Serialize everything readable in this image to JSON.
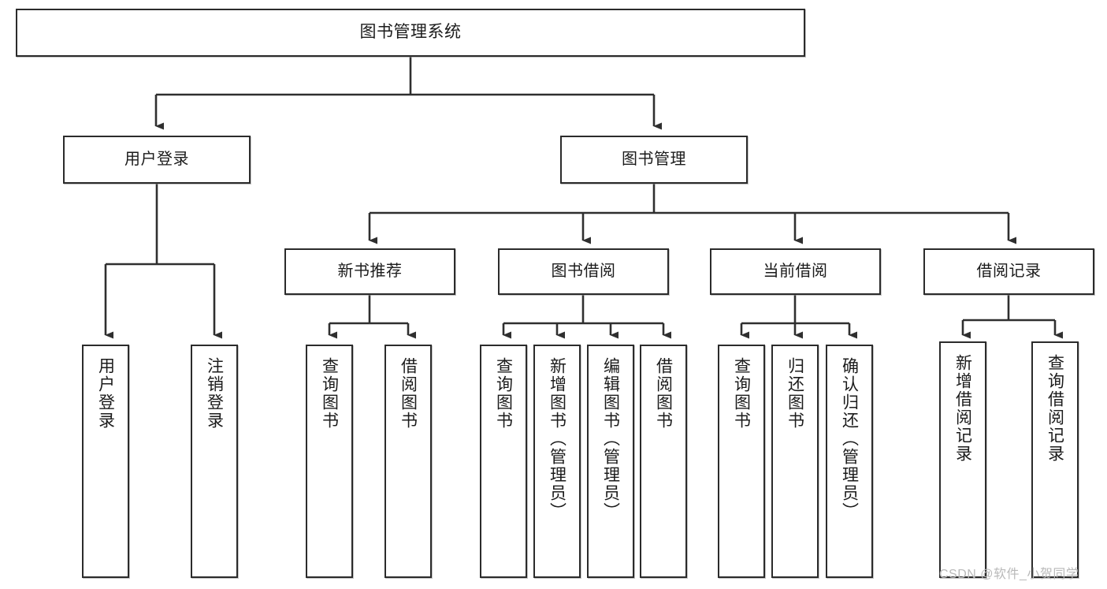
{
  "diagram": {
    "title": "图书管理系统",
    "type": "tree",
    "watermark": "CSDN @软件_小贺同学",
    "colors": {
      "border": "#2b2b2b",
      "node_fill": "#ffffff",
      "text": "#1b1b1b",
      "edge": "#2f2f2f",
      "watermark": "#b9b9b9",
      "background": "#ffffff"
    },
    "nodes": {
      "root": {
        "label": "图书管理系统"
      },
      "level2": [
        {
          "label": "用户登录"
        },
        {
          "label": "图书管理"
        }
      ],
      "level3": [
        {
          "label": "新书推荐"
        },
        {
          "label": "图书借阅"
        },
        {
          "label": "当前借阅"
        },
        {
          "label": "借阅记录"
        }
      ],
      "leaves": {
        "user_login": [
          {
            "label": "用户登录"
          },
          {
            "label": "注销登录"
          }
        ],
        "new_book": [
          {
            "label": "查询图书"
          },
          {
            "label": "借阅图书"
          }
        ],
        "book_borrow": [
          {
            "label": "查询图书"
          },
          {
            "label": "新增图书（管理员）"
          },
          {
            "label": "编辑图书（管理员）"
          },
          {
            "label": "借阅图书"
          }
        ],
        "current_borrow": [
          {
            "label": "查询图书"
          },
          {
            "label": "归还图书"
          },
          {
            "label": "确认归还（管理员）"
          }
        ],
        "borrow_record": [
          {
            "label": "新增借阅记录"
          },
          {
            "label": "查询借阅记录"
          }
        ]
      }
    }
  }
}
